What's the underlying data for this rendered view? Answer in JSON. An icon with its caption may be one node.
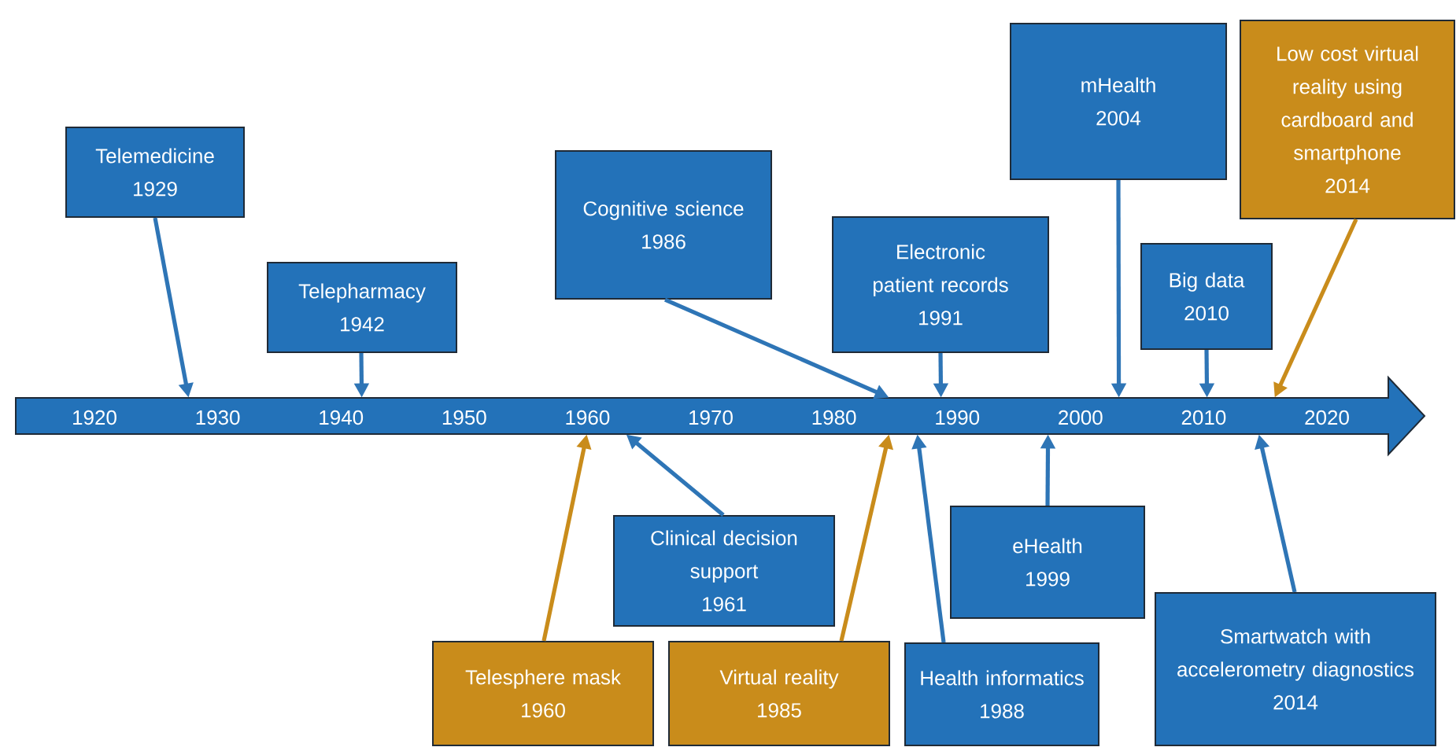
{
  "diagram": {
    "nodes": [
      {
        "text": [
          "1920",
          "1930",
          "1940",
          "1950",
          "1960",
          "1970",
          "1980",
          "1990",
          "2000",
          "2010",
          "2020"
        ]
      },
      {
        "text": [
          "Telemedicine",
          "1929"
        ]
      },
      {
        "text": [
          "Telepharmacy",
          "1942"
        ]
      },
      {
        "text": [
          "Cognitive science",
          "1986"
        ]
      },
      {
        "text": [
          "Electronic patient records",
          "1991"
        ]
      },
      {
        "text": [
          "mHealth",
          "2004"
        ]
      },
      {
        "text": [
          "Big data",
          "2010"
        ]
      },
      {
        "text": [
          "Low cost virtual reality using cardboard and smartphone",
          "2014"
        ]
      },
      {
        "text": [
          "Telesphere mask",
          "1960"
        ]
      },
      {
        "text": [
          "Clinical decision support",
          "1961"
        ]
      },
      {
        "text": [
          "Virtual reality",
          "1985"
        ]
      },
      {
        "text": [
          "Health informatics",
          "1988"
        ]
      },
      {
        "text": [
          "eHealth",
          "1999"
        ]
      },
      {
        "text": [
          "Smartwatch with accelerometry diagnostics",
          "2014"
        ]
      }
    ],
    "edges": [
      {
        "from": 1,
        "to": 0,
        "arrow": "to"
      },
      {
        "from": 2,
        "to": 0,
        "arrow": "to"
      },
      {
        "from": 3,
        "to": 0,
        "arrow": "to"
      },
      {
        "from": 4,
        "to": 0,
        "arrow": "to"
      },
      {
        "from": 5,
        "to": 0,
        "arrow": "to"
      },
      {
        "from": 6,
        "to": 0,
        "arrow": "to"
      },
      {
        "from": 7,
        "to": 0,
        "arrow": "to",
        "color": "#c98c1b"
      },
      {
        "from": 8,
        "to": 0,
        "arrow": "to",
        "color": "#c98c1b"
      },
      {
        "from": 9,
        "to": 0,
        "arrow": "to"
      },
      {
        "from": 10,
        "to": 0,
        "arrow": "to",
        "color": "#c98c1b"
      },
      {
        "from": 11,
        "to": 0,
        "arrow": "to"
      },
      {
        "from": 12,
        "to": 0,
        "arrow": "to"
      },
      {
        "from": 13,
        "to": 0,
        "arrow": "to"
      }
    ]
  }
}
